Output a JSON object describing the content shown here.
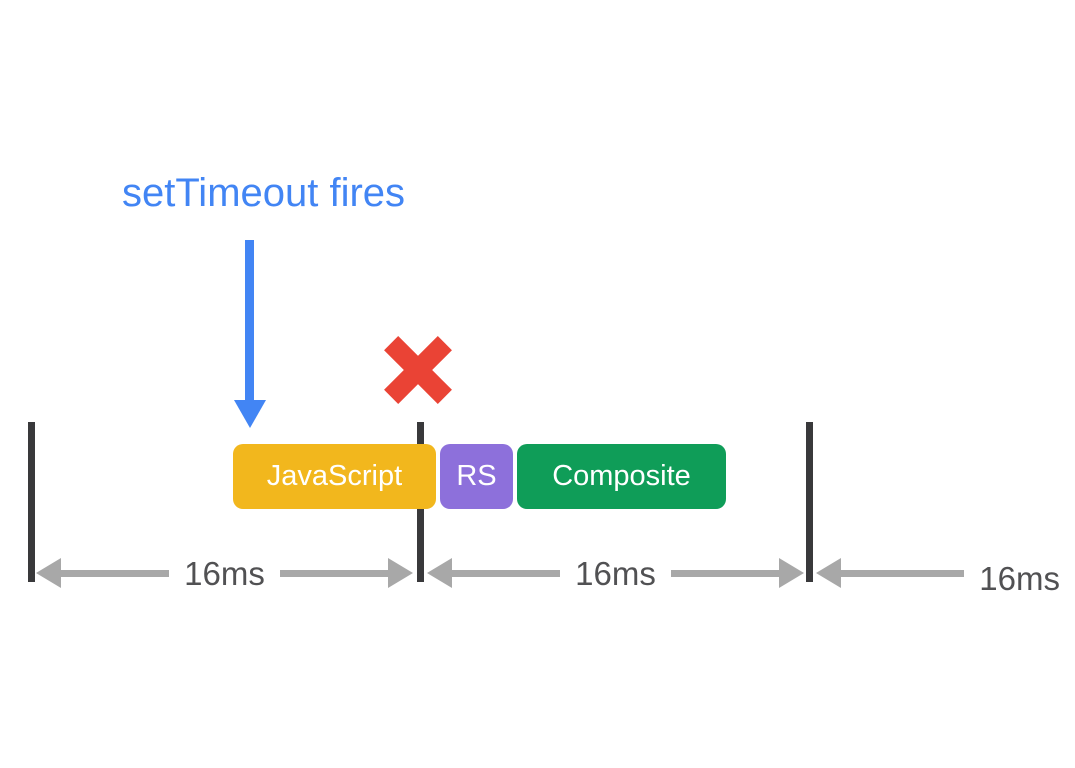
{
  "title": {
    "text": "setTimeout fires"
  },
  "icons": {
    "down_arrow": "blue arrow pointing down from the setTimeout label to the JavaScript block",
    "cross": "red X marking the missed frame boundary"
  },
  "blocks": [
    {
      "label": "JavaScript"
    },
    {
      "label": "RS"
    },
    {
      "label": "Composite"
    }
  ],
  "intervals": [
    {
      "label": "16ms"
    },
    {
      "label": "16ms"
    },
    {
      "label": "16ms",
      "note": "clipped at right edge of image, only '16' visible"
    }
  ],
  "colors": {
    "background": "#FFFFFF",
    "blue": "#4285F4",
    "red": "#EA4335",
    "yellow": "#F2B71D",
    "purple": "#8D70DB",
    "green": "#0F9D58",
    "tick": "#39393B",
    "arrow": "#A8A8A8",
    "label": "#515153"
  }
}
